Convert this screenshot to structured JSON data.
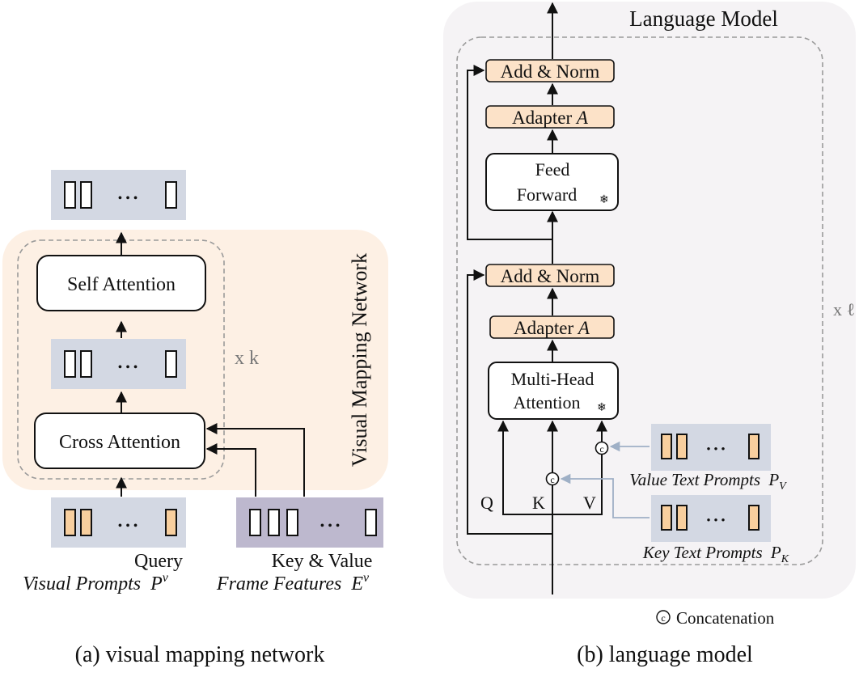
{
  "left": {
    "block_title": "Visual Mapping Network",
    "self_attention": "Self Attention",
    "cross_attention": "Cross Attention",
    "repeat": "x k",
    "query_label": "Query",
    "kv_label": "Key & Value",
    "visual_prompts": "Visual Prompts",
    "visual_prompts_sym": "P",
    "visual_prompts_sup": "v",
    "frame_features": "Frame Features",
    "frame_features_sym": "E",
    "frame_features_sup": "v",
    "caption": "(a) visual mapping network",
    "dots": "• • •"
  },
  "right": {
    "block_title": "Language Model",
    "add_norm_top": "Add & Norm",
    "adapter_top_word": "Adapter",
    "adapter_top_sym": "A",
    "ff_line1": "Feed",
    "ff_line2": "Forward",
    "frozen": "❄",
    "add_norm_bottom": "Add & Norm",
    "adapter_bottom_word": "Adapter",
    "adapter_bottom_sym": "A",
    "mha_line1": "Multi-Head",
    "mha_line2": "Attention",
    "q": "Q",
    "k": "K",
    "v": "V",
    "concat_symbol": "c",
    "value_prompts": "Value Text Prompts",
    "value_prompts_sym": "P",
    "value_prompts_sub": "V",
    "key_prompts": "Key Text Prompts",
    "key_prompts_sym": "P",
    "key_prompts_sub": "K",
    "repeat": "x ℓ",
    "legend": "Concatenation",
    "caption": "(b) language model",
    "dots": "• • •"
  },
  "colors": {
    "peach_bg": "#fdf0e4",
    "gray_bg": "#f5f3f5",
    "token_strip": "#d3d8e3",
    "orange_fill": "#fce2c8",
    "token_orange": "#f8cf9e",
    "frame_strip": "#bdb8ce",
    "arrow_gray": "#9fb0c6"
  }
}
